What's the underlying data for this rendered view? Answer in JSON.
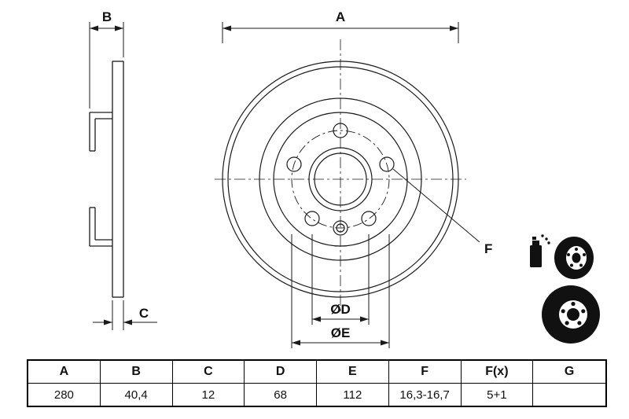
{
  "drawing": {
    "dim_labels": {
      "a": "A",
      "b": "B",
      "c": "C",
      "d": "ØD",
      "e": "ØE",
      "f": "F"
    }
  },
  "icons": {
    "coated_disc": "spray-coated-disc-icon",
    "disc": "brake-disc-icon"
  },
  "table": {
    "headers": [
      "A",
      "B",
      "C",
      "D",
      "E",
      "F",
      "F(x)",
      "G"
    ],
    "values": [
      "280",
      "40,4",
      "12",
      "68",
      "112",
      "16,3-16,7",
      "5+1",
      ""
    ]
  },
  "colors": {
    "line": "#1a1a1a",
    "background": "#ffffff"
  }
}
